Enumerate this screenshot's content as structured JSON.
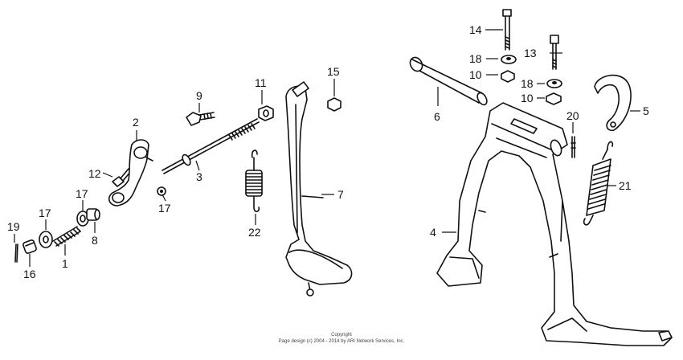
{
  "diagram": {
    "callouts": {
      "c1": "1",
      "c2": "2",
      "c3": "3",
      "c4": "4",
      "c5": "5",
      "c6": "6",
      "c7": "7",
      "c8": "8",
      "c9": "9",
      "c10a": "10",
      "c10b": "10",
      "c11": "11",
      "c12": "12",
      "c13": "13",
      "c14": "14",
      "c15": "15",
      "c16": "16",
      "c17a": "17",
      "c17b": "17",
      "c17c": "17",
      "c18a": "18",
      "c18b": "18",
      "c19": "19",
      "c20": "20",
      "c21": "21",
      "c22": "22"
    },
    "copyright_title": "Copyright",
    "copyright_line": "Page design (c) 2004 - 2014 by ARI Network Services, Inc."
  }
}
